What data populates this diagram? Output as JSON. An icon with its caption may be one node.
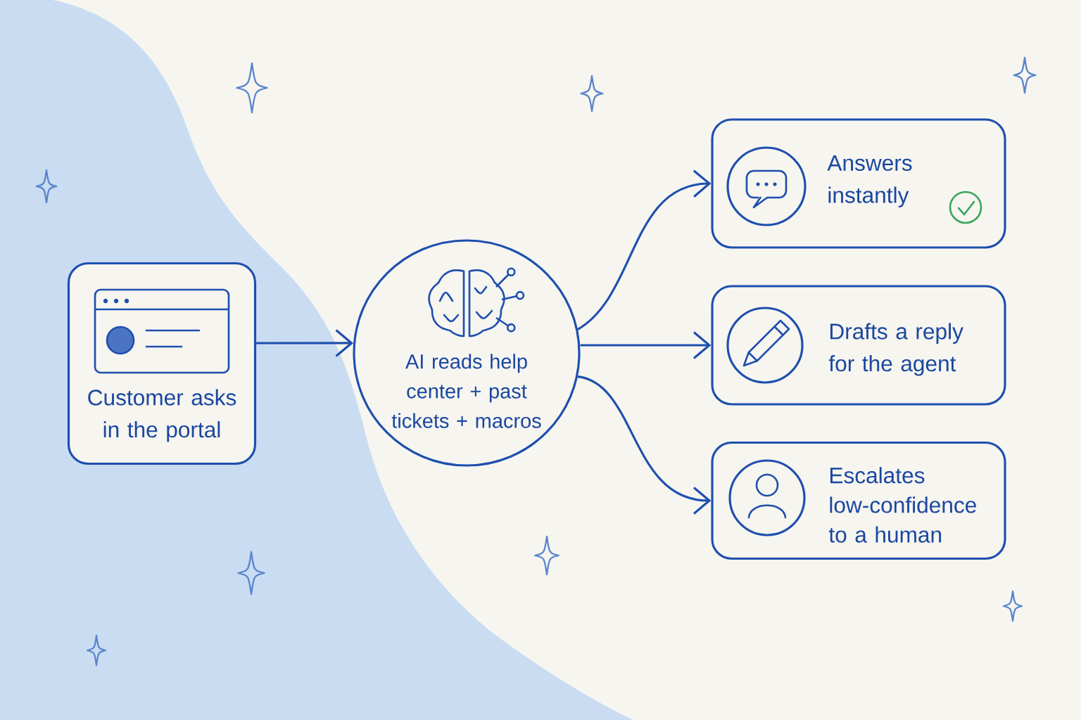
{
  "diagram": {
    "nodes": [
      {
        "text": [
          "Customer asks in the portal"
        ]
      },
      {
        "text": [
          "AI reads help center + past tickets + macros"
        ]
      },
      {
        "text": [
          "Answers instantly"
        ]
      },
      {
        "text": [
          "Drafts a reply for the agent"
        ]
      },
      {
        "text": [
          "Escalates low-confidence to a human"
        ]
      }
    ],
    "edges": [
      {
        "from": 0,
        "to": 1,
        "arrow": "to"
      },
      {
        "from": 1,
        "to": 2,
        "arrow": "to"
      },
      {
        "from": 1,
        "to": 3,
        "arrow": "to"
      },
      {
        "from": 1,
        "to": 4,
        "arrow": "to"
      }
    ]
  }
}
